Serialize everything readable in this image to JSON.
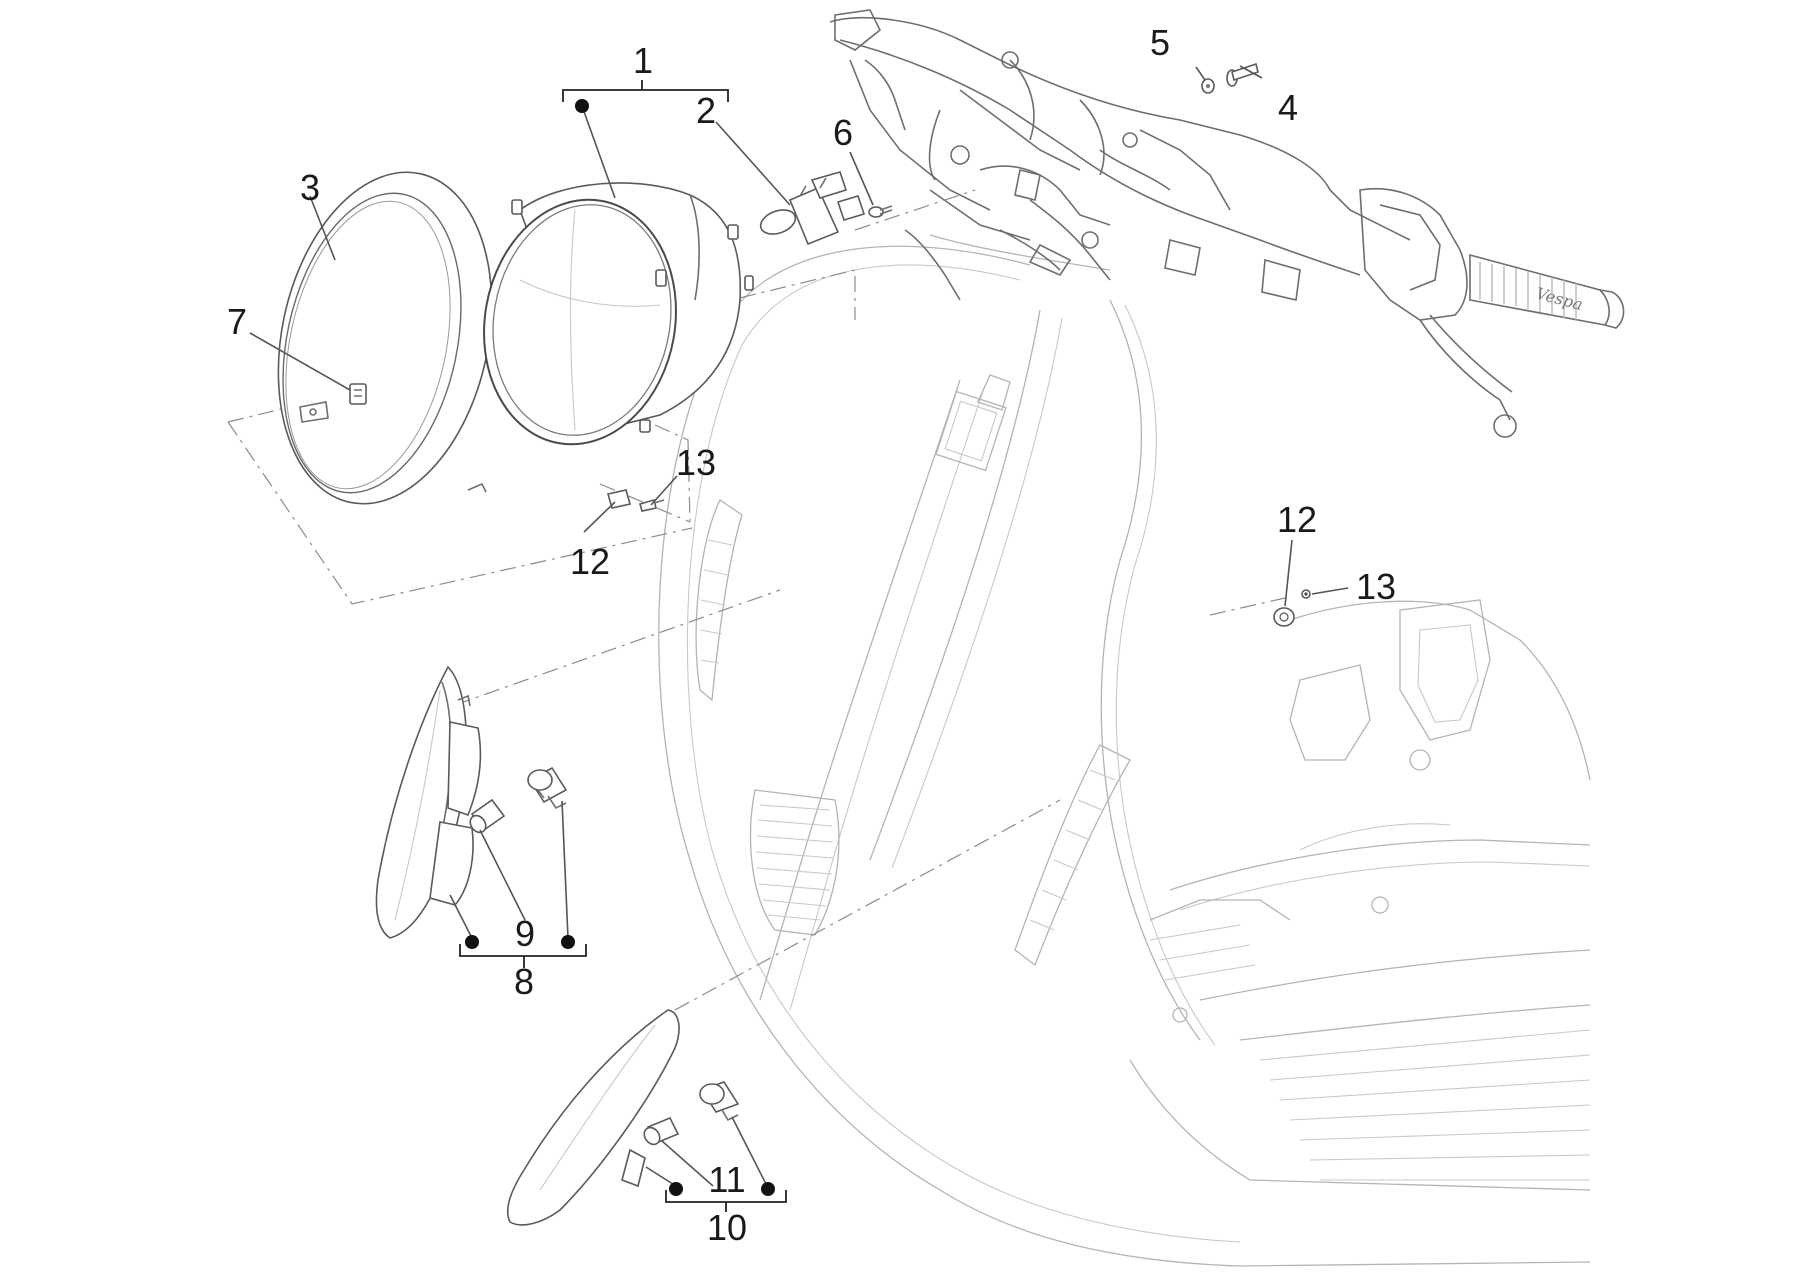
{
  "callouts": {
    "c1": "1",
    "c2": "2",
    "c3": "3",
    "c4": "4",
    "c5": "5",
    "c6": "6",
    "c7": "7",
    "c8": "8",
    "c9": "9",
    "c10": "10",
    "c11": "11",
    "c12a": "12",
    "c12b": "12",
    "c13a": "13",
    "c13b": "13"
  }
}
